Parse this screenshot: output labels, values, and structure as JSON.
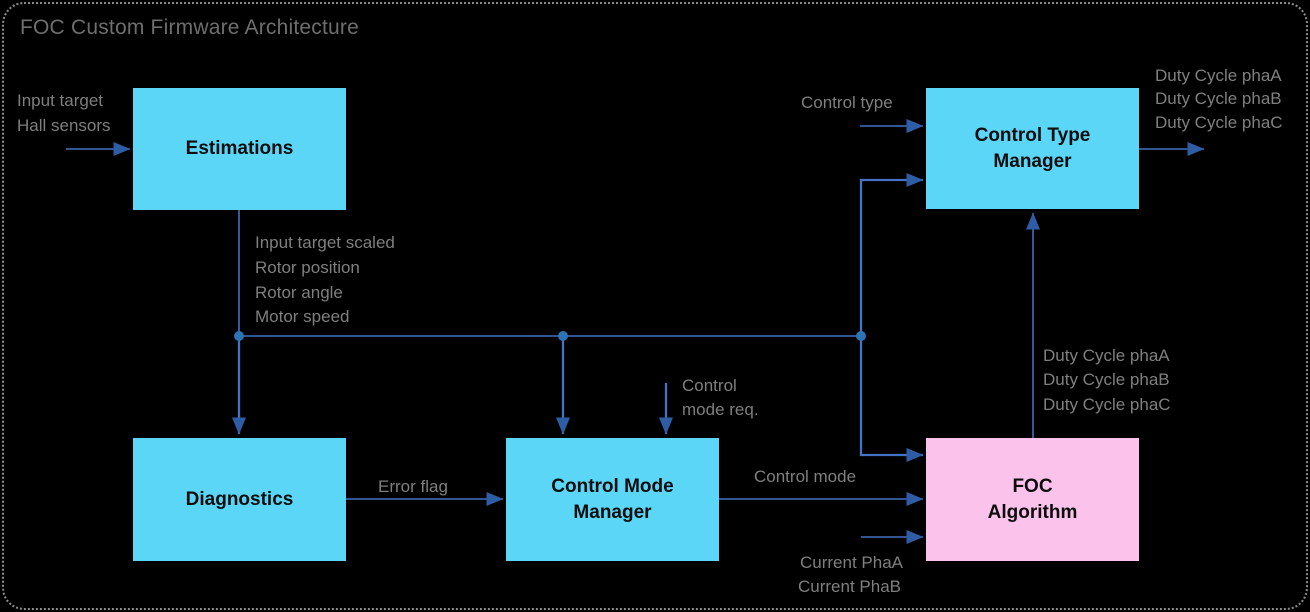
{
  "title": "FOC Custom Firmware Architecture",
  "colors": {
    "background": "#000000",
    "node_cyan": "#5CD6F7",
    "node_pink": "#FBC2EB",
    "line_blue": "#4472C4",
    "label_gray": "#7F7F7F"
  },
  "nodes": {
    "estimations": {
      "label": "Estimations"
    },
    "diagnostics": {
      "label": "Diagnostics"
    },
    "control_mode_manager": {
      "label": "Control Mode Manager"
    },
    "control_type_manager": {
      "label": "Control Type Manager"
    },
    "foc_algorithm": {
      "label": "FOC Algorithm"
    }
  },
  "labels": {
    "input_target": "Input target",
    "hall_sensors": "Hall sensors",
    "estimation_outputs": [
      "Input target scaled",
      "Rotor position",
      "Rotor angle",
      "Motor speed"
    ],
    "error_flag": "Error flag",
    "control_mode_req": [
      "Control",
      "mode req."
    ],
    "control_type": "Control type",
    "control_mode": "Control mode",
    "currents": [
      "Current PhaA",
      "Current PhaB"
    ],
    "duty_cycle_out_top": [
      "Duty Cycle phaA",
      "Duty Cycle phaB",
      "Duty Cycle phaC"
    ],
    "duty_cycle_feedback": [
      "Duty Cycle phaA",
      "Duty Cycle phaB",
      "Duty Cycle phaC"
    ]
  }
}
